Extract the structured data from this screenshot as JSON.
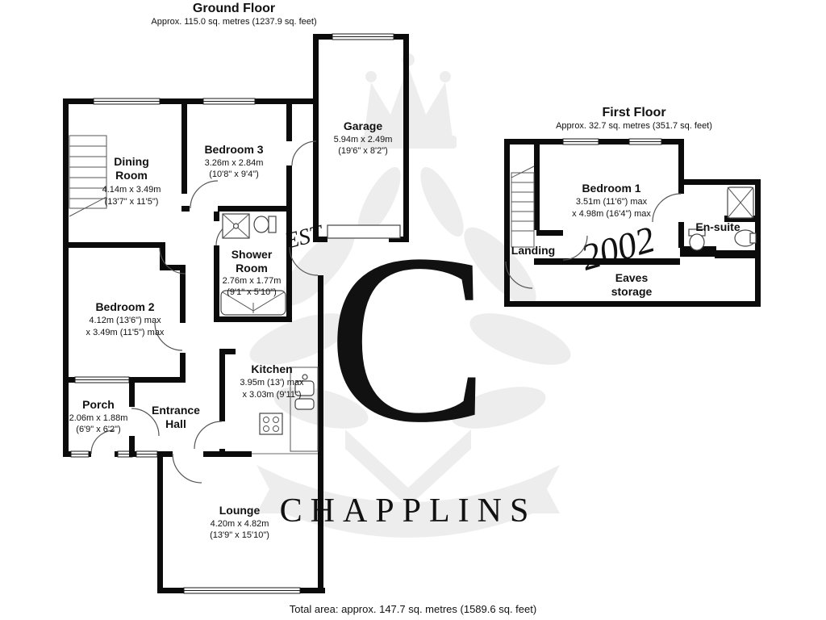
{
  "watermark": {
    "brand": "CHAPPLINS",
    "est": "EST",
    "year": "2002",
    "monogram": "C"
  },
  "ground_floor": {
    "title": "Ground Floor",
    "subtitle": "Approx. 115.0 sq. metres (1237.9 sq. feet)",
    "rooms": {
      "dining_room": {
        "name1": "Dining",
        "name2": "Room",
        "dim_metric": "4.14m x 3.49m",
        "dim_imperial": "(13'7\" x 11'5\")"
      },
      "bedroom3": {
        "name": "Bedroom 3",
        "dim_metric": "3.26m x 2.84m",
        "dim_imperial": "(10'8\" x 9'4\")"
      },
      "garage": {
        "name": "Garage",
        "dim_metric": "5.94m x 2.49m",
        "dim_imperial": "(19'6\" x 8'2\")"
      },
      "shower_room": {
        "name1": "Shower",
        "name2": "Room",
        "dim_metric": "2.76m x 1.77m",
        "dim_imperial": "(9'1\" x 5'10\")"
      },
      "bedroom2": {
        "name": "Bedroom 2",
        "dim_metric": "4.12m (13'6\") max",
        "dim_imperial": "x 3.49m (11'5\") max"
      },
      "porch": {
        "name": "Porch",
        "dim_metric": "2.06m x 1.88m",
        "dim_imperial": "(6'9\" x 6'2\")"
      },
      "entrance_hall": {
        "name1": "Entrance",
        "name2": "Hall"
      },
      "kitchen": {
        "name": "Kitchen",
        "dim_metric": "3.95m (13') max",
        "dim_imperial": "x 3.03m (9'11\")"
      },
      "lounge": {
        "name": "Lounge",
        "dim_metric": "4.20m x 4.82m",
        "dim_imperial": "(13'9\" x 15'10\")"
      }
    }
  },
  "first_floor": {
    "title": "First Floor",
    "subtitle": "Approx. 32.7 sq. metres (351.7 sq. feet)",
    "rooms": {
      "bedroom1": {
        "name": "Bedroom 1",
        "dim_metric": "3.51m (11'6\") max",
        "dim_imperial": "x 4.98m (16'4\") max"
      },
      "landing": {
        "name": "Landing"
      },
      "ensuite": {
        "name": "En-suite"
      },
      "eaves": {
        "name1": "Eaves",
        "name2": "storage"
      }
    }
  },
  "footer": {
    "total_area": "Total area: approx. 147.7 sq. metres (1589.6 sq. feet)"
  },
  "colors": {
    "wall": "#0b0b0b",
    "watermark": "#ededed",
    "line": "#555555"
  }
}
